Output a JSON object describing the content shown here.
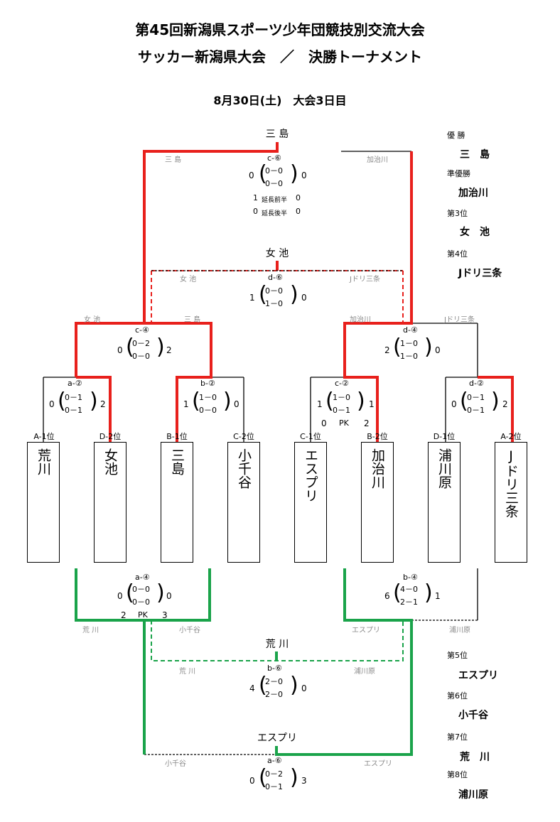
{
  "titles": {
    "line1": "第45回新潟県スポーツ少年団競技別交流大会",
    "line2": "サッカー新潟県大会　／　決勝トーナメント",
    "date": "8月30日(土)　大会3日目"
  },
  "teams": [
    {
      "seed": "A-1位",
      "name": "荒川"
    },
    {
      "seed": "D-2位",
      "name": "女池"
    },
    {
      "seed": "B-1位",
      "name": "三島"
    },
    {
      "seed": "C-2位",
      "name": "小千谷"
    },
    {
      "seed": "C-1位",
      "name": "エスプリ"
    },
    {
      "seed": "B-2位",
      "name": "加治川"
    },
    {
      "seed": "D-1位",
      "name": "浦川原"
    },
    {
      "seed": "A-2位",
      "name": "Jドリ三条"
    }
  ],
  "upper": {
    "r1": [
      {
        "code": "a-②",
        "left": "0",
        "right": "2",
        "h1": "0－1",
        "h2": "0－1"
      },
      {
        "code": "b-②",
        "left": "1",
        "right": "0",
        "h1": "1－0",
        "h2": "0－0"
      },
      {
        "code": "c-②",
        "left": "1",
        "right": "1",
        "h1": "1－0",
        "h2": "0－1",
        "pk": "PK",
        "pk_left": "0",
        "pk_right": "2"
      },
      {
        "code": "d-②",
        "left": "0",
        "right": "2",
        "h1": "0－1",
        "h2": "0－1"
      }
    ],
    "sf": [
      {
        "code": "c-④",
        "left": "0",
        "right": "2",
        "h1": "0－2",
        "h2": "0－0",
        "team_left": "女 池",
        "team_right": "三 島"
      },
      {
        "code": "d-④",
        "left": "2",
        "right": "0",
        "h1": "1－0",
        "h2": "1－0",
        "team_left": "加治川",
        "team_right": "Jドリ三条"
      }
    ],
    "third": {
      "code": "d-⑥",
      "left": "1",
      "right": "0",
      "h1": "0－0",
      "h2": "1－0",
      "team_left": "女 池",
      "team_right": "Jドリ三条",
      "winner": "女 池"
    },
    "final": {
      "code": "c-⑥",
      "left": "0",
      "right": "0",
      "h1": "0－0",
      "h2": "0－0",
      "team_left": "三 島",
      "team_right": "加治川",
      "winner": "三 島",
      "et1_label": "延長前半",
      "et1_left": "1",
      "et1_right": "0",
      "et2_label": "延長後半",
      "et2_left": "0",
      "et2_right": "0"
    }
  },
  "lower": {
    "r1": [
      {
        "code": "a-④",
        "left": "0",
        "right": "0",
        "h1": "0－0",
        "h2": "0－0",
        "pk": "PK",
        "pk_left": "2",
        "pk_right": "3",
        "team_left": "荒 川",
        "team_right": "小千谷"
      },
      {
        "code": "b-④",
        "left": "6",
        "right": "1",
        "h1": "4－0",
        "h2": "2－1",
        "team_left": "エスプリ",
        "team_right": "浦川原"
      }
    ],
    "fifth": {
      "code": "a-⑥",
      "left": "0",
      "right": "3",
      "h1": "0－2",
      "h2": "0－1",
      "team_left": "小千谷",
      "team_right": "エスプリ",
      "winner": "エスプリ"
    },
    "seventh": {
      "code": "b-⑥",
      "left": "4",
      "right": "0",
      "h1": "2－0",
      "h2": "2－0",
      "team_left": "荒 川",
      "team_right": "浦川原",
      "winner": "荒 川"
    }
  },
  "ranks_top": [
    {
      "label": "優 勝",
      "name": "三　島"
    },
    {
      "label": "準優勝",
      "name": "加治川"
    },
    {
      "label": "第3位",
      "name": "女　池"
    },
    {
      "label": "第4位",
      "name": "Jドリ三条"
    }
  ],
  "ranks_bottom": [
    {
      "label": "第5位",
      "name": "エスプリ"
    },
    {
      "label": "第6位",
      "name": "小千谷"
    },
    {
      "label": "第7位",
      "name": "荒　川"
    },
    {
      "label": "第8位",
      "name": "浦川原"
    }
  ],
  "colors": {
    "upper_win": "#e8201c",
    "lower_win": "#1aa34a",
    "line": "#000000",
    "gray_text": "#8a8a8a"
  }
}
